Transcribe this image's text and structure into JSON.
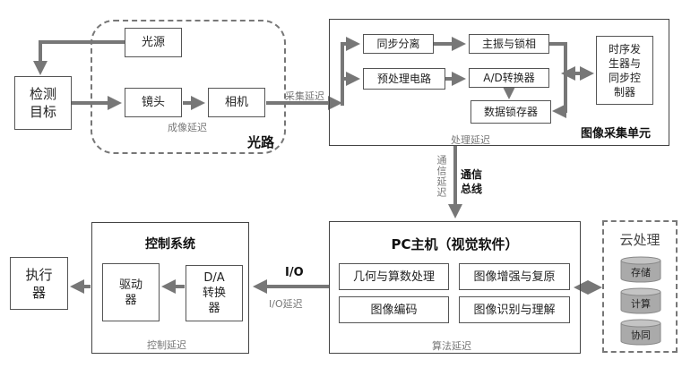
{
  "optical_path": {
    "title": "光路",
    "light_source": "光源",
    "lens": "镜头",
    "camera": "相机",
    "imaging_delay": "成像延迟"
  },
  "target": {
    "line1": "检测",
    "line2": "目标"
  },
  "acquisition_delay": "采集延迟",
  "image_acquisition_unit": {
    "title": "图像采集单元",
    "sync_separation": "同步分离",
    "preprocessing_circuit": "预处理电路",
    "master_osc_pll": "主振与锁相",
    "ad_converter": "A/D转换器",
    "data_latch": "数据锁存器",
    "timing_controller": [
      "时序发",
      "生器与",
      "同步控",
      "制器"
    ],
    "processing_delay": "处理延迟"
  },
  "comm_bus": {
    "delay_label": "通信延迟",
    "title_line1": "通信",
    "title_line2": "总线"
  },
  "pc_host": {
    "title": "PC主机（视觉软件）",
    "modules": [
      "几何与算数处理",
      "图像增强与复原",
      "图像编码",
      "图像识别与理解"
    ],
    "algorithm_delay": "算法延迟"
  },
  "cloud": {
    "title": "云处理",
    "items": [
      "存储",
      "计算",
      "协同"
    ]
  },
  "io": {
    "title": "I/O",
    "delay": "I/O延迟"
  },
  "control_system": {
    "title": "控制系统",
    "driver": [
      "驱动",
      "器"
    ],
    "da_converter": [
      "D/A",
      "转换",
      "器"
    ],
    "control_delay": "控制延迟"
  },
  "actuator": [
    "执行",
    "器"
  ]
}
